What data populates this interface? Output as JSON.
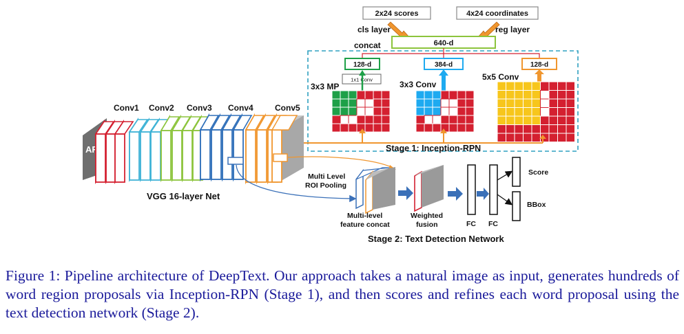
{
  "diagram": {
    "outputs": {
      "scores": "2x24 scores",
      "coordinates": "4x24 coordinates",
      "cls_layer": "cls layer",
      "reg_layer": "reg layer",
      "concat": "concat",
      "concat_dim": "640-d"
    },
    "inception": {
      "branch1_dim": "128-d",
      "branch1_conv": "1x1 Conv",
      "branch1_label": "3x3 MP",
      "branch2_dim": "384-d",
      "branch2_label": "3x3 Conv",
      "branch3_dim": "128-d",
      "branch3_label": "5x5 Conv",
      "stage_label": "Stage 1: Inception-RPN"
    },
    "backbone": {
      "input_text": "AR",
      "conv_labels": [
        "Conv1",
        "Conv2",
        "Conv3",
        "Conv4",
        "Conv5"
      ],
      "net_label": "VGG 16-layer Net"
    },
    "stage2": {
      "roi_pooling": [
        "Multi Level",
        "ROI Pooling"
      ],
      "feature_concat": [
        "Multi-level",
        "feature concat"
      ],
      "weighted_fusion": [
        "Weighted",
        "fusion"
      ],
      "fc1": "FC",
      "fc2": "FC",
      "score": "Score",
      "bbox": "BBox",
      "stage_label": "Stage 2: Text Detection Network"
    },
    "colors": {
      "red": "#d42030",
      "cyan": "#3fb3d6",
      "green": "#8cc43c",
      "blue": "#2f6fb9",
      "orange": "#f0962e",
      "yellow": "#f7c61c",
      "dark_green": "#1ea048",
      "light_blue": "#1eaaf0",
      "dashed_box": "#2fa0c0"
    }
  },
  "caption": "Figure 1:  Pipeline architecture of DeepText. Our approach takes a natural image as input, generates hundreds of word region proposals via Inception-RPN (Stage 1), and then scores and refines each word proposal using the text detection network (Stage 2)."
}
